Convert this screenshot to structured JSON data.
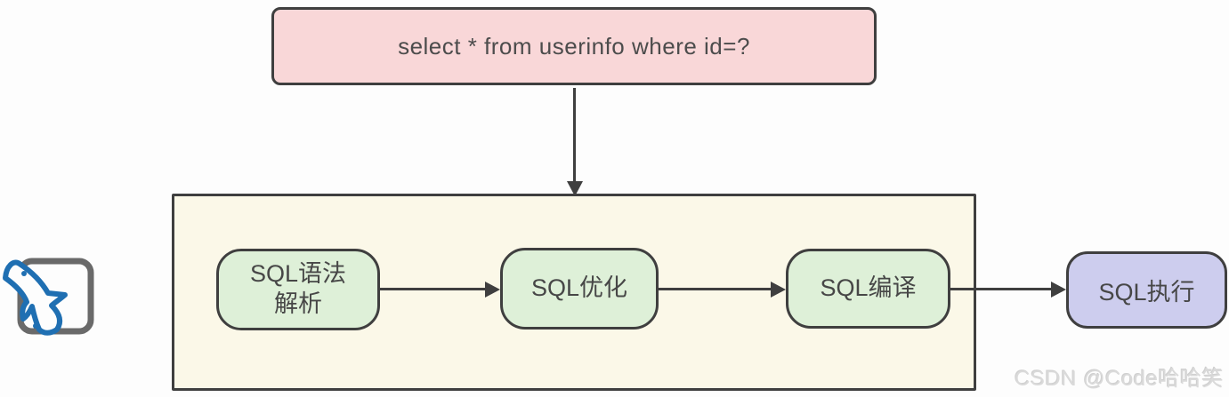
{
  "diagram": {
    "query_box": {
      "text": "select * from userinfo where id=?"
    },
    "engine_box": {
      "stages": [
        {
          "id": "sql-parse",
          "label": "SQL语法\n解析"
        },
        {
          "id": "sql-optimize",
          "label": "SQL优化"
        },
        {
          "id": "sql-compile",
          "label": "SQL编译"
        }
      ]
    },
    "executor_box": {
      "label": "SQL执行"
    },
    "logo": {
      "name": "mysql-dolphin-logo"
    },
    "watermark": {
      "text": "CSDN @Code哈哈笑"
    }
  },
  "colors": {
    "query_fill": "#f9d7d8",
    "stage_fill": "#def0d8",
    "executor_fill": "#cdcdee",
    "engine_fill": "#fbf8e8",
    "stroke": "#3f3f3f",
    "mysql_blue": "#1f6fb2",
    "frame_gray": "#6a6a6a",
    "watermark_gray": "#dadada"
  }
}
